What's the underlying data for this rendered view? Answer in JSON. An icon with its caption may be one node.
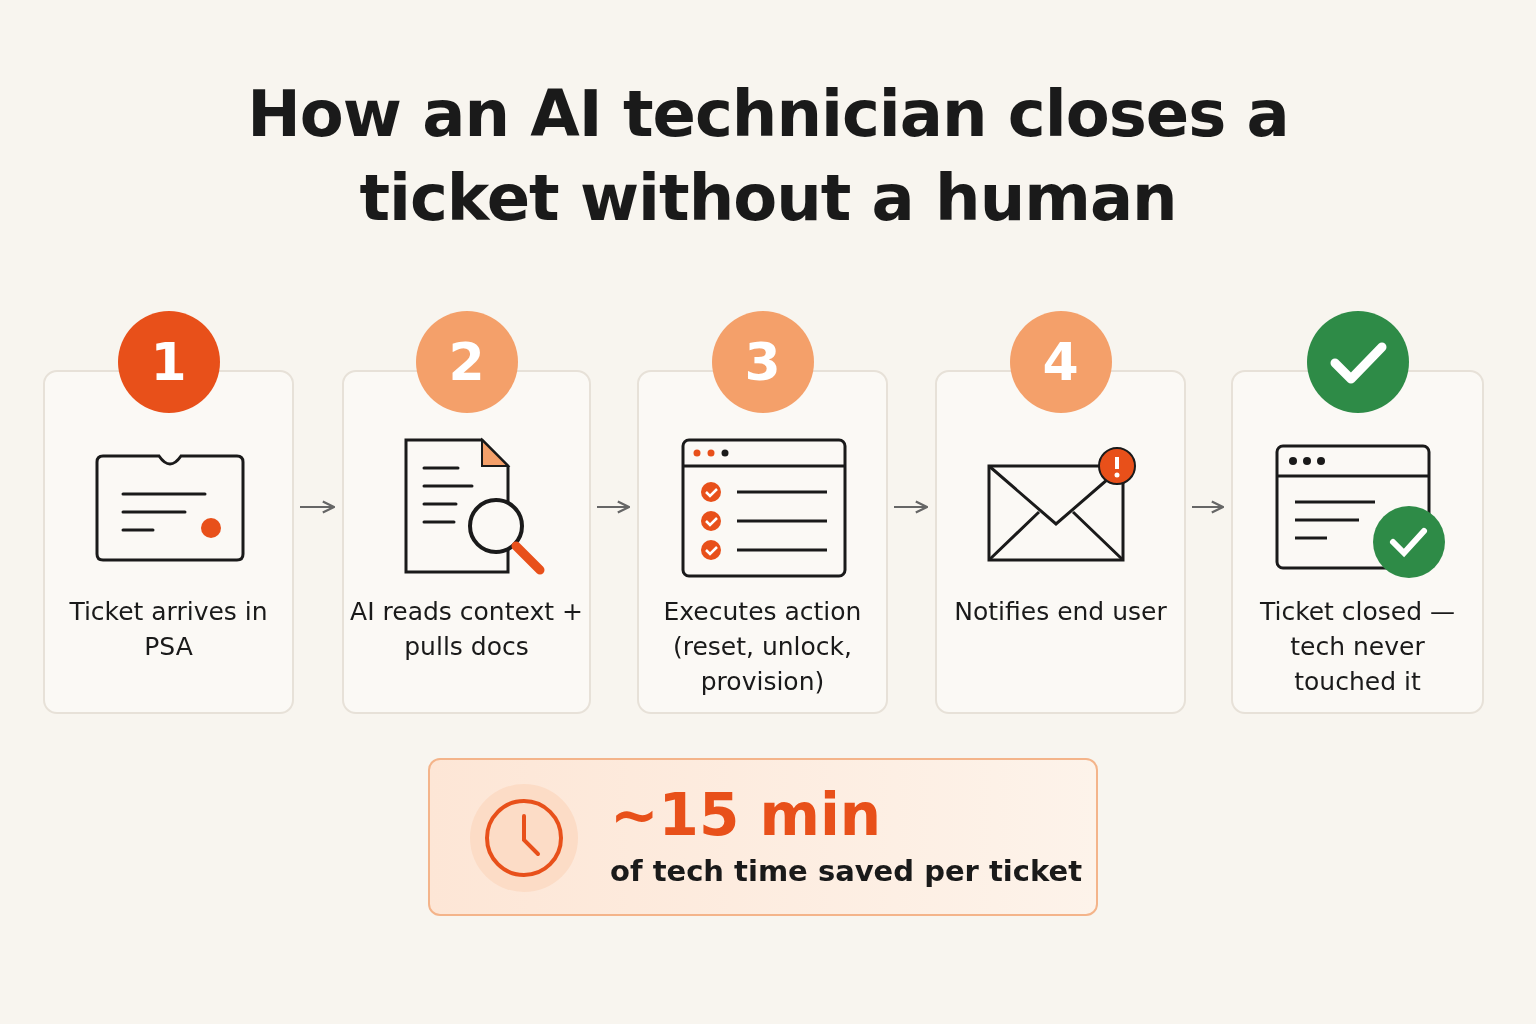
{
  "diagram": {
    "title": "How an AI technician closes a ticket without a human",
    "nodes": [
      {
        "text": [
          "1",
          "Ticket arrives in PSA"
        ]
      },
      {
        "text": [
          "2",
          "AI reads context + pulls docs"
        ]
      },
      {
        "text": [
          "3",
          "Executes action (reset, unlock, provision)"
        ]
      },
      {
        "text": [
          "4",
          "Notifies end user"
        ]
      },
      {
        "text": [
          "Ticket closed — tech never touched it"
        ]
      },
      {
        "text": [
          "~15 min",
          "of tech time saved per ticket"
        ]
      }
    ],
    "edges": [
      {
        "from": 0,
        "to": 1,
        "arrow": "to"
      },
      {
        "from": 1,
        "to": 2,
        "arrow": "to"
      },
      {
        "from": 2,
        "to": 3,
        "arrow": "to"
      },
      {
        "from": 3,
        "to": 4,
        "arrow": "to"
      }
    ]
  }
}
